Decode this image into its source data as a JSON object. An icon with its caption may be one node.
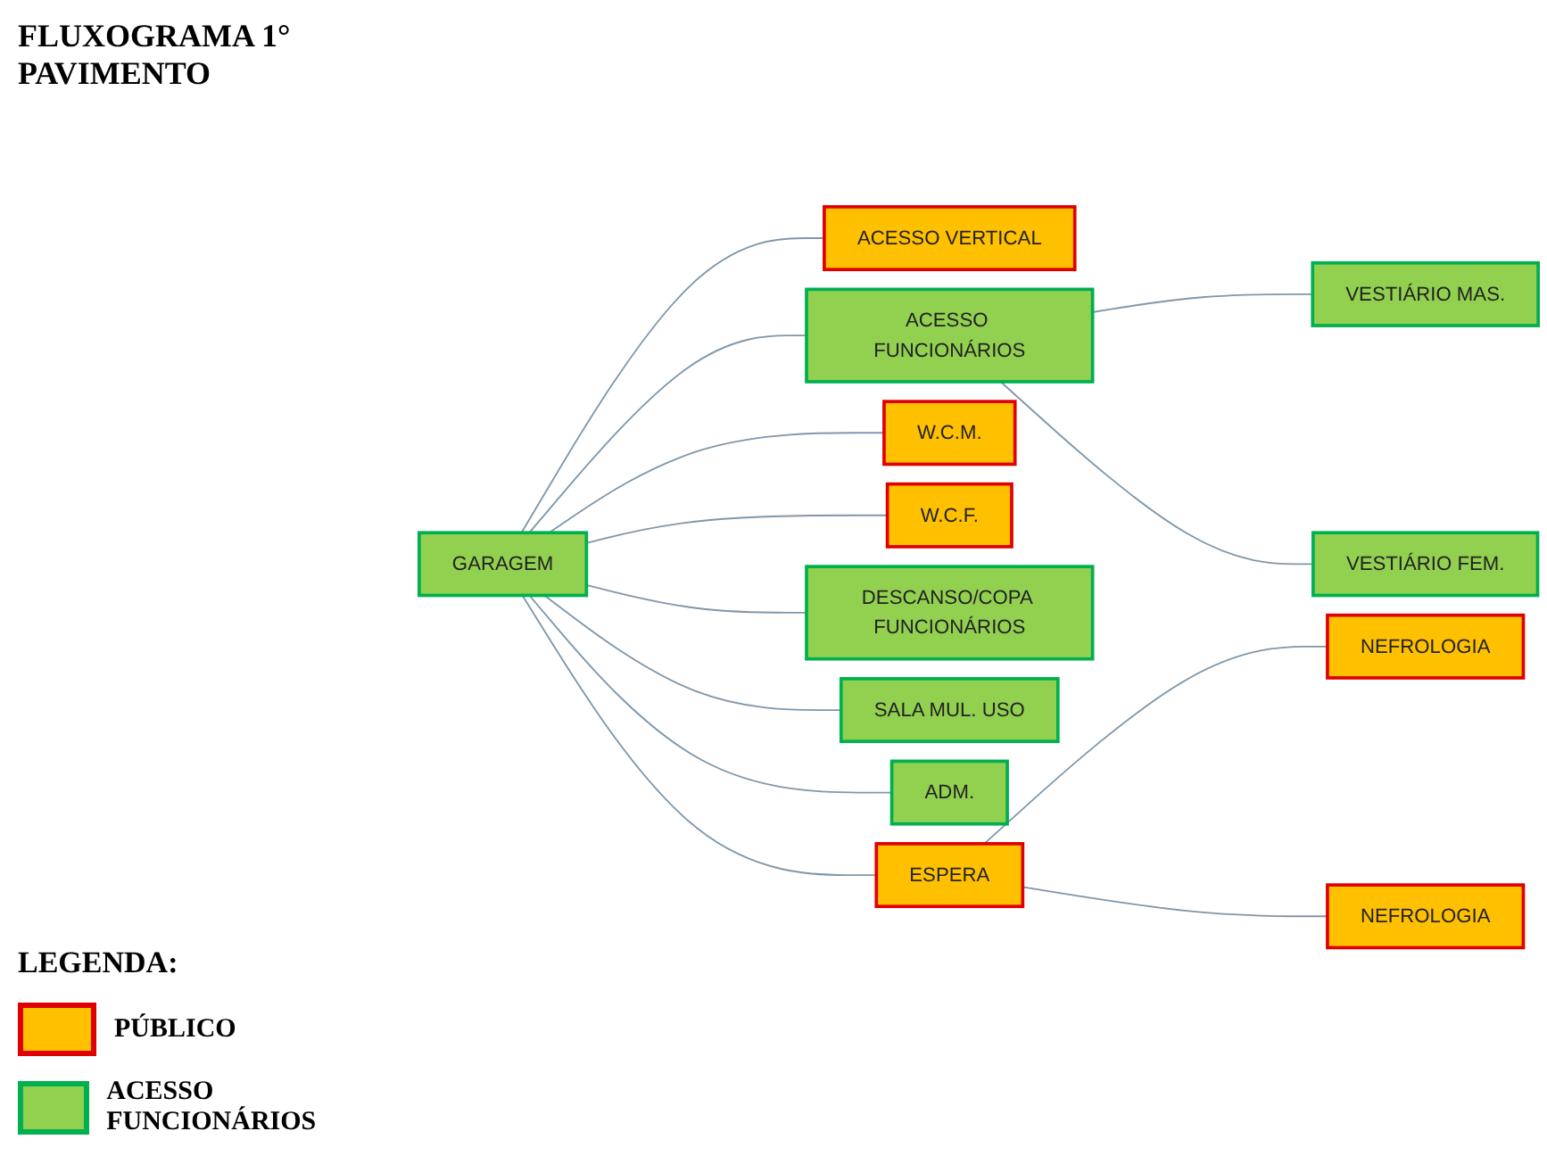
{
  "diagram": {
    "title": "FLUXOGRAMA 1° PAVIMENTO",
    "nodes": [
      {
        "text": [
          "GARAGEM"
        ]
      },
      {
        "text": [
          "ACESSO FUNCIONÁRIOS"
        ]
      },
      {
        "text": [
          "ACESSO VERTICAL"
        ]
      },
      {
        "text": [
          "VESTIÁRIO MAS."
        ]
      },
      {
        "text": [
          "VESTIÁRIO FEM."
        ]
      },
      {
        "text": [
          "W.C.M."
        ]
      },
      {
        "text": [
          "W.C.F."
        ]
      },
      {
        "text": [
          "DESCANSO/COPA FUNCIONÁRIOS"
        ]
      },
      {
        "text": [
          "SALA MUL. USO"
        ]
      },
      {
        "text": [
          "ADM."
        ]
      },
      {
        "text": [
          "ESPERA"
        ]
      },
      {
        "text": [
          "NEFROLOGIA"
        ]
      },
      {
        "text": [
          "NEFROLOGIA"
        ]
      }
    ],
    "edges": [
      {
        "from": 0,
        "to": 2,
        "arrow": "none"
      },
      {
        "from": 0,
        "to": 1,
        "arrow": "none"
      },
      {
        "from": 1,
        "to": 3,
        "arrow": "none"
      },
      {
        "from": 1,
        "to": 4,
        "arrow": "none"
      },
      {
        "from": 0,
        "to": 5,
        "arrow": "none"
      },
      {
        "from": 0,
        "to": 6,
        "arrow": "none"
      },
      {
        "from": 0,
        "to": 7,
        "arrow": "none"
      },
      {
        "from": 0,
        "to": 8,
        "arrow": "none"
      },
      {
        "from": 0,
        "to": 9,
        "arrow": "none"
      },
      {
        "from": 0,
        "to": 10,
        "arrow": "none"
      },
      {
        "from": 10,
        "to": 11,
        "arrow": "none"
      },
      {
        "from": 10,
        "to": 12,
        "arrow": "none"
      }
    ],
    "labels": [
      "LEGENDA:"
    ],
    "legend": [
      {
        "text": "PÚBLICO",
        "color": "#ffc000"
      },
      {
        "text": "ACESSO FUNCIONÁRIOS",
        "color": "#92d050"
      }
    ]
  }
}
